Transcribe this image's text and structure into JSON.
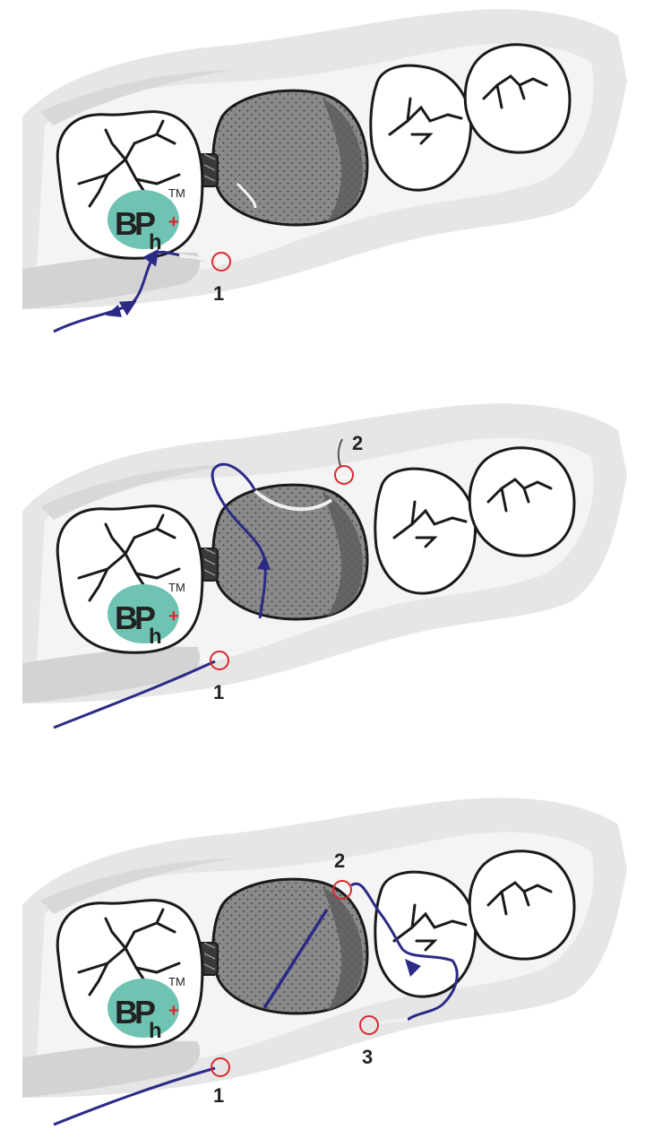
{
  "panels": [
    {
      "points": [
        "1"
      ]
    },
    {
      "points": [
        "1",
        "2"
      ]
    },
    {
      "points": [
        "1",
        "2",
        "3"
      ]
    }
  ],
  "logo": {
    "text_b": "B",
    "text_p": "P",
    "text_h": "h",
    "plus": "+",
    "tm": "TM"
  },
  "colors": {
    "gum_outer": "#e4e4e4",
    "gum_inner": "#d2d2d2",
    "tooth_fill": "#ffffff",
    "tooth_stroke": "#1a1a1a",
    "crown_fill": "#7d7d7d",
    "crown_dark": "#5a5a5a",
    "suture": "#2b2a86",
    "marker": "#d9282f",
    "logo_ellipse": "#6fc3b2",
    "logo_plus": "#d9282f"
  }
}
